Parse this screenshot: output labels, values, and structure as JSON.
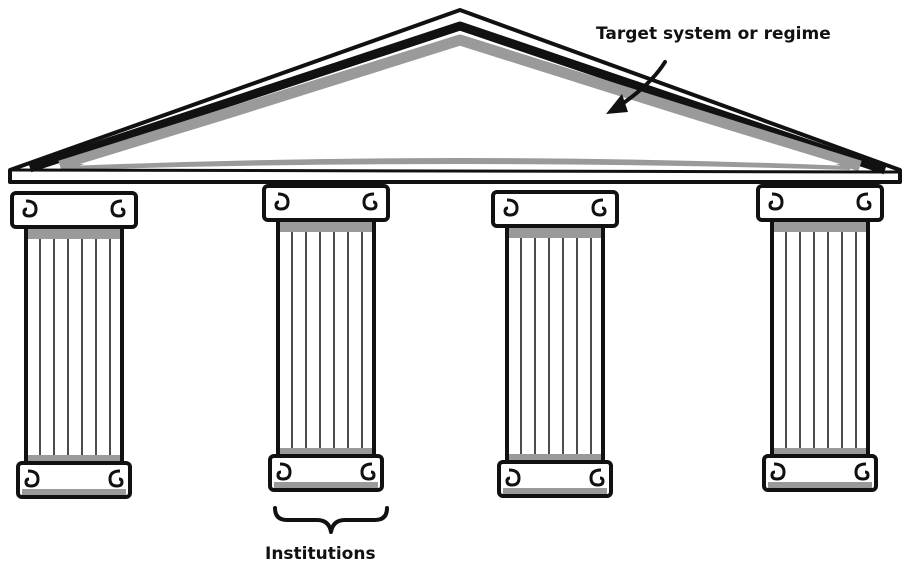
{
  "labels": {
    "target": "Target system or regime",
    "institutions": "Institutions"
  },
  "pillars": [
    {
      "name": "pillar-1"
    },
    {
      "name": "pillar-2"
    },
    {
      "name": "pillar-3"
    },
    {
      "name": "pillar-4"
    }
  ],
  "colors": {
    "ink": "#111111",
    "shade": "#9a9a9a",
    "paper": "#ffffff"
  }
}
